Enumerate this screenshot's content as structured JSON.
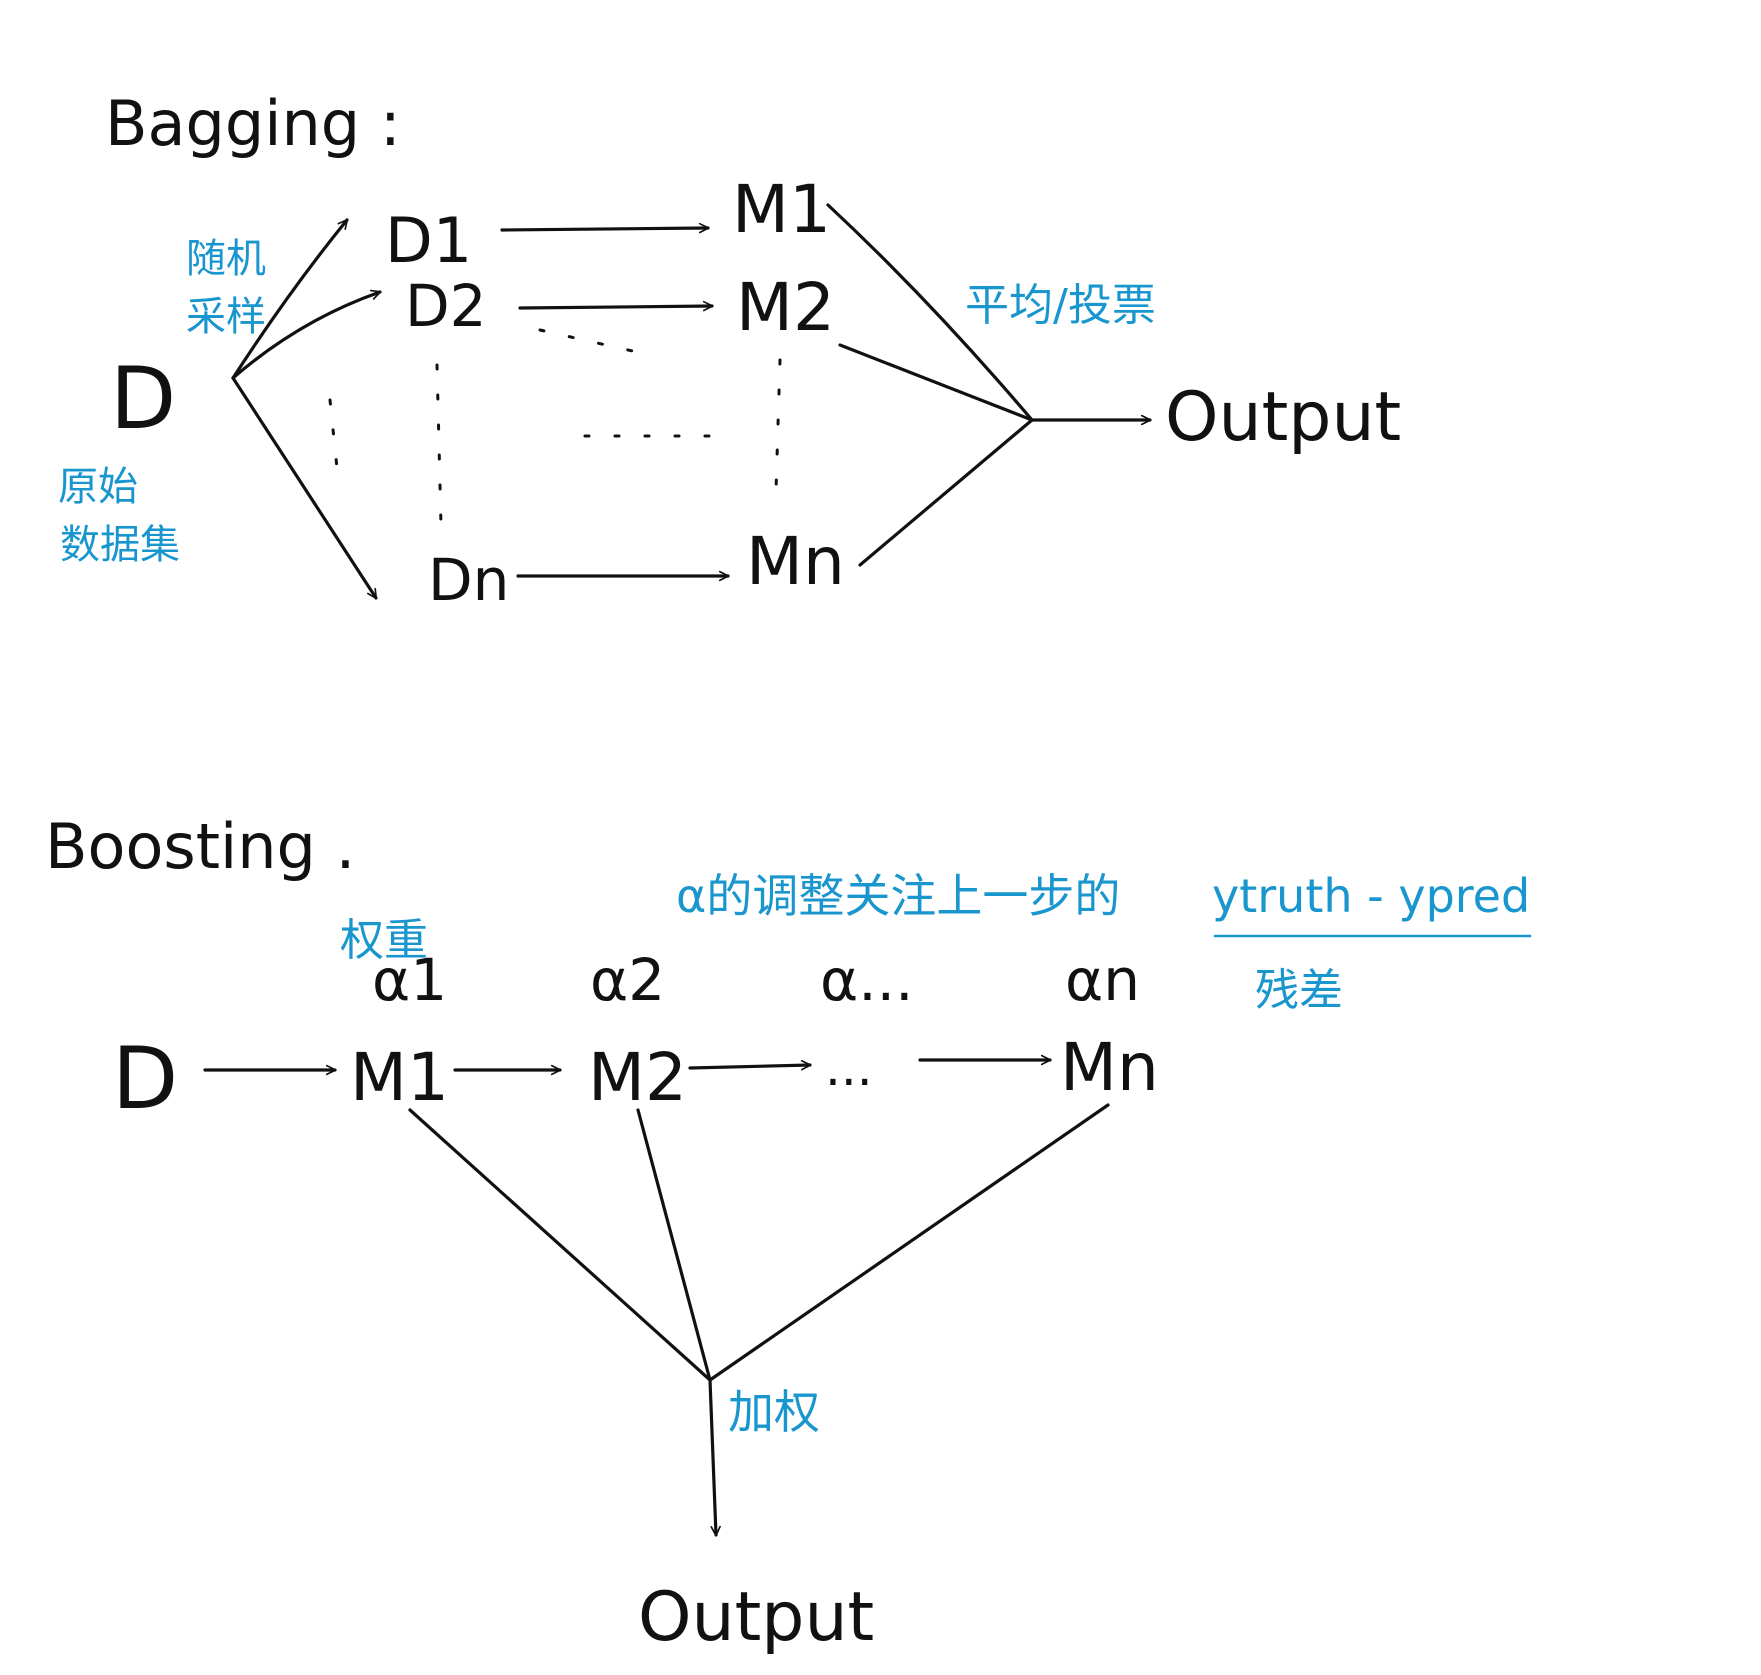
{
  "bagging": {
    "title": "Bagging :",
    "source_node": "D",
    "source_note_line1": "原始",
    "source_note_line2": "数据集",
    "sampling_note_line1": "随机",
    "sampling_note_line2": "采样",
    "datasets": [
      "D1",
      "D2",
      "Dn"
    ],
    "models": [
      "M1",
      "M2",
      "Mn"
    ],
    "aggregate_note": "平均/投票",
    "output": "Output"
  },
  "boosting": {
    "title": "Boosting .",
    "source_node": "D",
    "weight_note": "权重",
    "weights": [
      "α1",
      "α2",
      "α...",
      "αn"
    ],
    "models": [
      "M1",
      "M2",
      "...",
      "Mn"
    ],
    "alpha_note_prefix": "α的调整关注上一步的",
    "alpha_note_expr": "ytruth - ypred",
    "residual_note": "残差",
    "combine_note": "加权",
    "output": "Output"
  },
  "colors": {
    "ink": "#111111",
    "annotation": "#1a96cf"
  }
}
